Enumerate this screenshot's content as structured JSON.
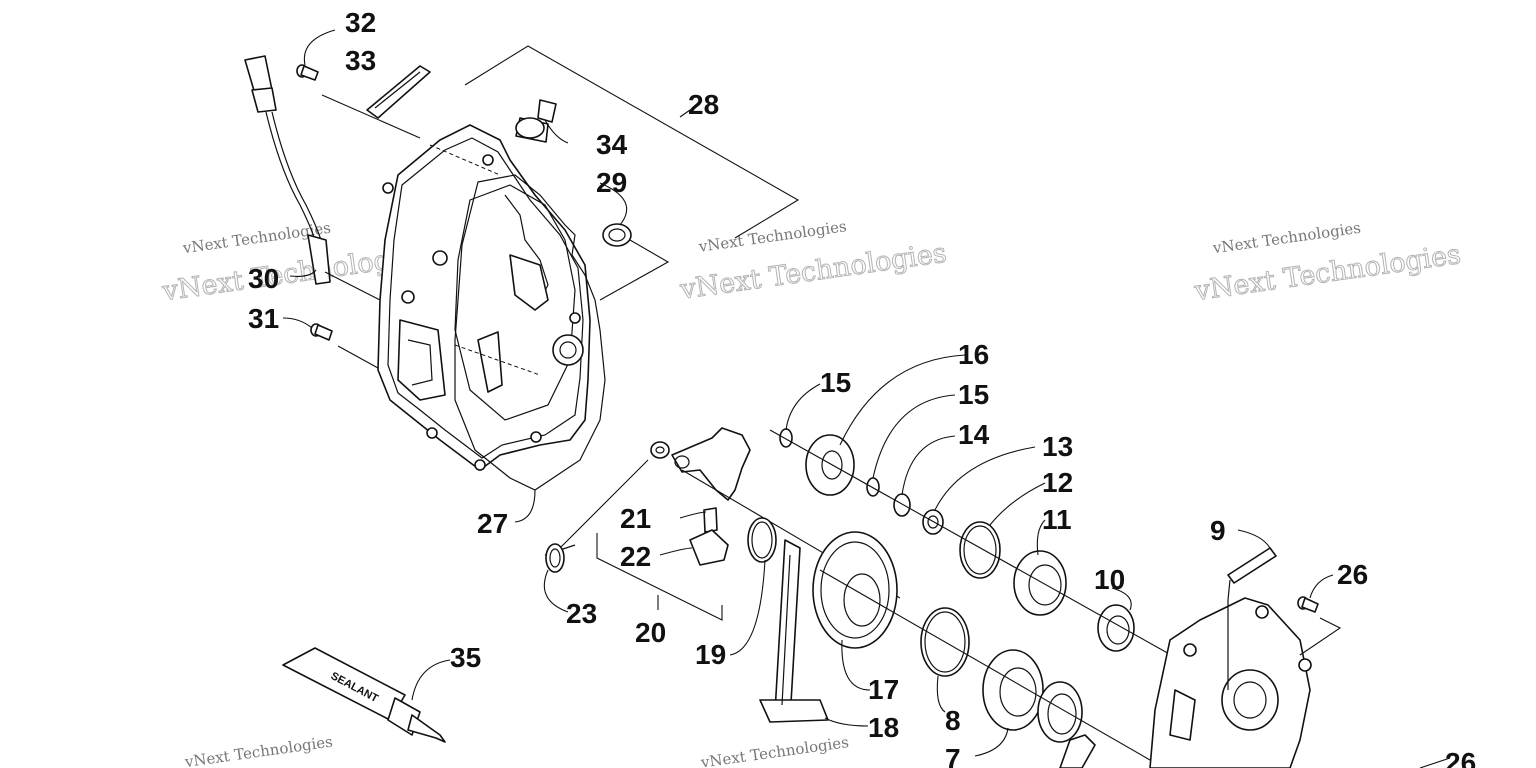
{
  "watermark": {
    "line1": "vNext Technologies",
    "line2": "vNext Technologies"
  },
  "sealant_label": "SEALANT",
  "callouts": {
    "c32": "32",
    "c33": "33",
    "c28": "28",
    "c34": "34",
    "c29": "29",
    "c30": "30",
    "c31": "31",
    "c27": "27",
    "c16": "16",
    "c15a": "15",
    "c15b": "15",
    "c14": "14",
    "c13": "13",
    "c12": "12",
    "c11": "11",
    "c10": "10",
    "c9": "9",
    "c26a": "26",
    "c26b": "26",
    "c21": "21",
    "c22": "22",
    "c23": "23",
    "c20": "20",
    "c19": "19",
    "c17": "17",
    "c18": "18",
    "c8": "8",
    "c7": "7",
    "c35": "35"
  }
}
